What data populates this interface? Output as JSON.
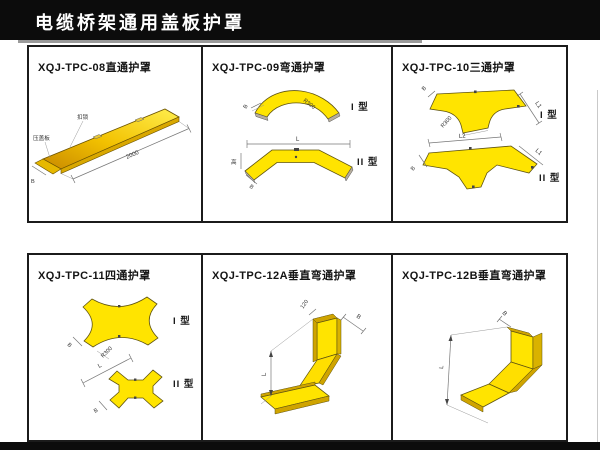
{
  "header": {
    "title": "电缆桥架通用盖板护罩"
  },
  "colors": {
    "accent_yellow": "#ffe400",
    "deep_yellow": "#cfa400",
    "band_black": "#0c0c0c",
    "panel_border": "#1b1b1b"
  },
  "panels": [
    {
      "title": "XQJ-TPC-08直通护罩",
      "labels": {
        "part_top": "扣锁",
        "part_left": "压盖板",
        "dim_length": "2000",
        "dim_width": "B"
      }
    },
    {
      "title": "XQJ-TPC-09弯通护罩",
      "labels": {
        "type1": "I 型",
        "type2": "II 型",
        "radius": "R300",
        "dim_b1": "B",
        "dim_l": "L",
        "dim_h": "高",
        "dim_b2": "B"
      }
    },
    {
      "title": "XQJ-TPC-10三通护罩",
      "labels": {
        "type1": "I 型",
        "type2": "II 型",
        "radius": "R300",
        "dim_b1": "B",
        "dim_l1a": "L1",
        "dim_l2": "L2",
        "dim_l1b": "L1",
        "dim_b2": "B"
      }
    },
    {
      "title": "XQJ-TPC-11四通护罩",
      "labels": {
        "type1": "I 型",
        "type2": "II 型",
        "radius": "R300",
        "dim_b1": "B",
        "dim_l": "L",
        "dim_b2": "B"
      }
    },
    {
      "title": "XQJ-TPC-12A垂直弯通护罩",
      "labels": {
        "dim_top": "120",
        "dim_b": "B",
        "dim_l": "L"
      }
    },
    {
      "title": "XQJ-TPC-12B垂直弯通护罩",
      "labels": {
        "dim_b": "B",
        "dim_l": "L"
      }
    }
  ]
}
